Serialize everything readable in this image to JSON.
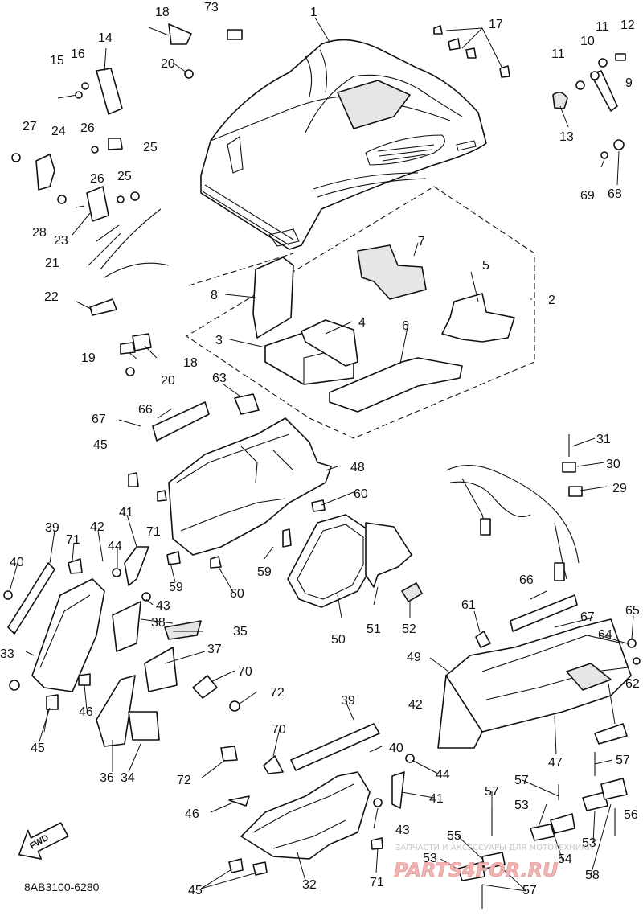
{
  "diagram": {
    "catalog_code": "8AB3100-6280",
    "direction_label": "FWD",
    "watermark_caption": "ЗАПЧАСТИ И АКСЕССУАРЫ ДЛЯ МОТОТЕХНИКИ",
    "watermark_site": "PARTS4FOR.RU",
    "callouts": [
      {
        "id": "c1",
        "text": "1"
      },
      {
        "id": "c2",
        "text": "2"
      },
      {
        "id": "c3",
        "text": "3"
      },
      {
        "id": "c4",
        "text": "4"
      },
      {
        "id": "c5",
        "text": "5"
      },
      {
        "id": "c6",
        "text": "6"
      },
      {
        "id": "c7",
        "text": "7"
      },
      {
        "id": "c8",
        "text": "8"
      },
      {
        "id": "c9",
        "text": "9"
      },
      {
        "id": "c10",
        "text": "10"
      },
      {
        "id": "c11a",
        "text": "11"
      },
      {
        "id": "c11b",
        "text": "11"
      },
      {
        "id": "c12",
        "text": "12"
      },
      {
        "id": "c13",
        "text": "13"
      },
      {
        "id": "c14",
        "text": "14"
      },
      {
        "id": "c15",
        "text": "15"
      },
      {
        "id": "c16",
        "text": "16"
      },
      {
        "id": "c17",
        "text": "17"
      },
      {
        "id": "c18a",
        "text": "18"
      },
      {
        "id": "c18b",
        "text": "18"
      },
      {
        "id": "c19",
        "text": "19"
      },
      {
        "id": "c20a",
        "text": "20"
      },
      {
        "id": "c20b",
        "text": "20"
      },
      {
        "id": "c21",
        "text": "21"
      },
      {
        "id": "c22",
        "text": "22"
      },
      {
        "id": "c23",
        "text": "23"
      },
      {
        "id": "c24",
        "text": "24"
      },
      {
        "id": "c25a",
        "text": "25"
      },
      {
        "id": "c25b",
        "text": "25"
      },
      {
        "id": "c26a",
        "text": "26"
      },
      {
        "id": "c26b",
        "text": "26"
      },
      {
        "id": "c27",
        "text": "27"
      },
      {
        "id": "c28",
        "text": "28"
      },
      {
        "id": "c29",
        "text": "29"
      },
      {
        "id": "c30",
        "text": "30"
      },
      {
        "id": "c31",
        "text": "31"
      },
      {
        "id": "c32",
        "text": "32"
      },
      {
        "id": "c33",
        "text": "33"
      },
      {
        "id": "c34",
        "text": "34"
      },
      {
        "id": "c35",
        "text": "35"
      },
      {
        "id": "c36",
        "text": "36"
      },
      {
        "id": "c37",
        "text": "37"
      },
      {
        "id": "c38",
        "text": "38"
      },
      {
        "id": "c39a",
        "text": "39"
      },
      {
        "id": "c39b",
        "text": "39"
      },
      {
        "id": "c40a",
        "text": "40"
      },
      {
        "id": "c40b",
        "text": "40"
      },
      {
        "id": "c41a",
        "text": "41"
      },
      {
        "id": "c41b",
        "text": "41"
      },
      {
        "id": "c42a",
        "text": "42"
      },
      {
        "id": "c42b",
        "text": "42"
      },
      {
        "id": "c43a",
        "text": "43"
      },
      {
        "id": "c43b",
        "text": "43"
      },
      {
        "id": "c44a",
        "text": "44"
      },
      {
        "id": "c44b",
        "text": "44"
      },
      {
        "id": "c45a",
        "text": "45"
      },
      {
        "id": "c45b",
        "text": "45"
      },
      {
        "id": "c45c",
        "text": "45"
      },
      {
        "id": "c46a",
        "text": "46"
      },
      {
        "id": "c46b",
        "text": "46"
      },
      {
        "id": "c47",
        "text": "47"
      },
      {
        "id": "c48",
        "text": "48"
      },
      {
        "id": "c49",
        "text": "49"
      },
      {
        "id": "c50",
        "text": "50"
      },
      {
        "id": "c51",
        "text": "51"
      },
      {
        "id": "c52",
        "text": "52"
      },
      {
        "id": "c53a",
        "text": "53"
      },
      {
        "id": "c53b",
        "text": "53"
      },
      {
        "id": "c53c",
        "text": "53"
      },
      {
        "id": "c54",
        "text": "54"
      },
      {
        "id": "c55",
        "text": "55"
      },
      {
        "id": "c56",
        "text": "56"
      },
      {
        "id": "c57a",
        "text": "57"
      },
      {
        "id": "c57b",
        "text": "57"
      },
      {
        "id": "c57c",
        "text": "57"
      },
      {
        "id": "c57d",
        "text": "57"
      },
      {
        "id": "c58",
        "text": "58"
      },
      {
        "id": "c59a",
        "text": "59"
      },
      {
        "id": "c59b",
        "text": "59"
      },
      {
        "id": "c60a",
        "text": "60"
      },
      {
        "id": "c60b",
        "text": "60"
      },
      {
        "id": "c61",
        "text": "61"
      },
      {
        "id": "c62",
        "text": "62"
      },
      {
        "id": "c63",
        "text": "63"
      },
      {
        "id": "c64",
        "text": "64"
      },
      {
        "id": "c65",
        "text": "65"
      },
      {
        "id": "c66a",
        "text": "66"
      },
      {
        "id": "c66b",
        "text": "66"
      },
      {
        "id": "c67a",
        "text": "67"
      },
      {
        "id": "c67b",
        "text": "67"
      },
      {
        "id": "c68",
        "text": "68"
      },
      {
        "id": "c69",
        "text": "69"
      },
      {
        "id": "c70a",
        "text": "70"
      },
      {
        "id": "c70b",
        "text": "70"
      },
      {
        "id": "c71a",
        "text": "71"
      },
      {
        "id": "c71b",
        "text": "71"
      },
      {
        "id": "c71c",
        "text": "71"
      },
      {
        "id": "c72a",
        "text": "72"
      },
      {
        "id": "c72b",
        "text": "72"
      },
      {
        "id": "c73",
        "text": "73"
      }
    ]
  }
}
